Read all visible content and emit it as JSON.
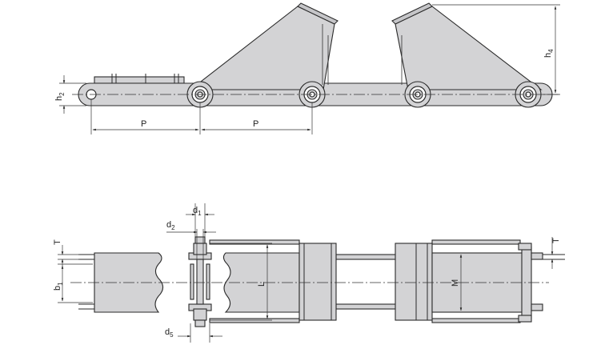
{
  "labels": {
    "pitch": "P",
    "h2": "h",
    "h2_sub": "2",
    "h4": "h",
    "h4_sub": "4",
    "T": "T",
    "b1": "b",
    "b1_sub": "1",
    "L": "L",
    "M": "M",
    "d1": "d",
    "d1_sub": "1",
    "d2": "d",
    "d2_sub": "2",
    "d5": "d",
    "d5_sub": "5"
  },
  "colors": {
    "plate_fill": "#d3d3d5",
    "outline": "#2a2a2a"
  }
}
